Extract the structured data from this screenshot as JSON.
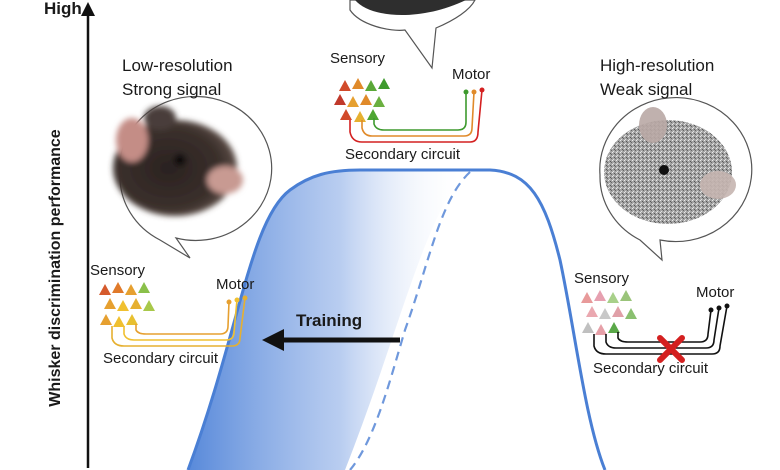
{
  "y_axis": {
    "top_label": "High",
    "title": "Whisker discrimination performance"
  },
  "panels": {
    "left": {
      "line1": "Low-resolution",
      "line2": "Strong signal",
      "sensory": "Sensory",
      "motor": "Motor",
      "circuit": "Secondary circuit"
    },
    "top": {
      "sensory": "Sensory",
      "motor": "Motor",
      "circuit": "Secondary circuit"
    },
    "right": {
      "line1": "High-resolution",
      "line2": "Weak signal",
      "sensory": "Sensory",
      "motor": "Motor",
      "circuit": "Secondary circuit"
    }
  },
  "arrow": {
    "label": "Training"
  },
  "colors": {
    "curve": "#4a7fd4",
    "fill": "#4f83d8",
    "blocked": "#d42020"
  },
  "icons": [
    "mouse-blurred-icon",
    "mouse-sharp-icon",
    "mouse-dark-icon",
    "neuron-cluster-icon",
    "cross-icon"
  ]
}
